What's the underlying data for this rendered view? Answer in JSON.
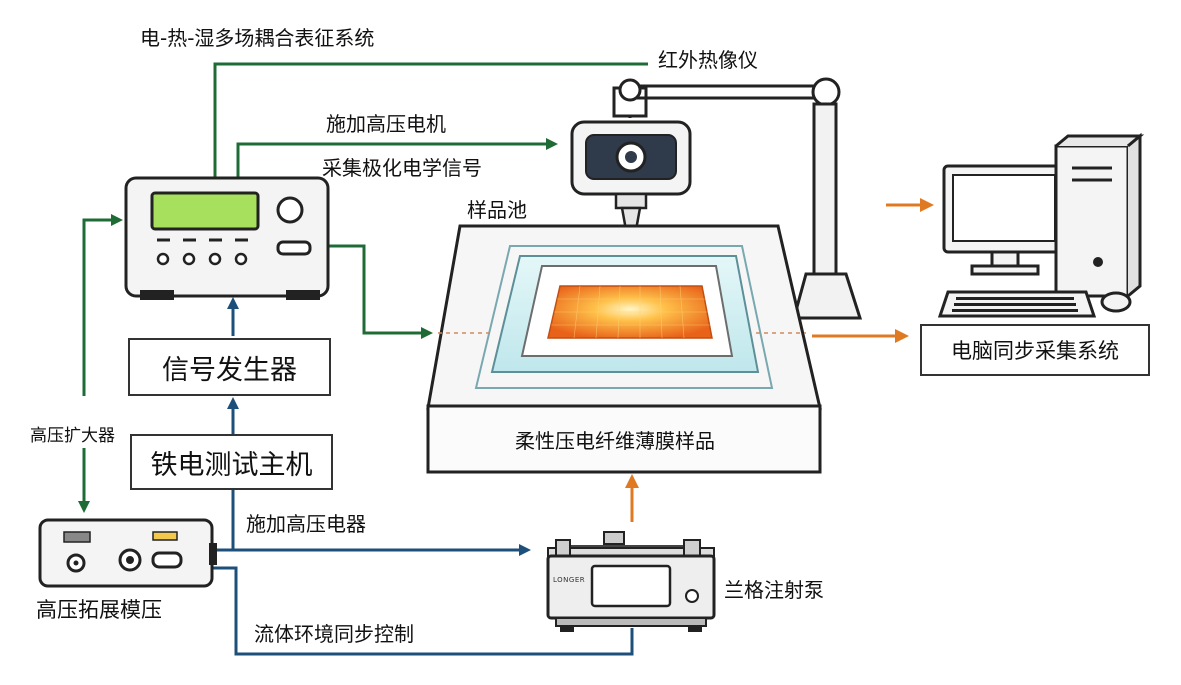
{
  "labels": {
    "top_system": "电-热-湿多场耦合表征系统",
    "infrared_camera": "红外热像仪",
    "apply_hv_motor": "施加高压电机",
    "collect_signal": "采集极化电学信号",
    "sample_pool": "样品池",
    "signal_generator": "信号发生器",
    "hv_amplifier": "高压扩大器",
    "ferro_host": "铁电测试主机",
    "sample_film": "柔性压电纤维薄膜样品",
    "pc_system": "电脑同步采集系统",
    "apply_hv_device": "施加高压电器",
    "syringe_pump": "兰格注射泵",
    "hv_module": "高压拓展模压",
    "fluid_sync": "流体环境同步控制",
    "pump_brand": "LONGER"
  },
  "colors": {
    "green_line": "#1f6b35",
    "blue_line": "#1c4f7a",
    "orange_arrow": "#e07a22",
    "lcd": "#a6e05c",
    "heat_plate": "#f07a1e"
  }
}
